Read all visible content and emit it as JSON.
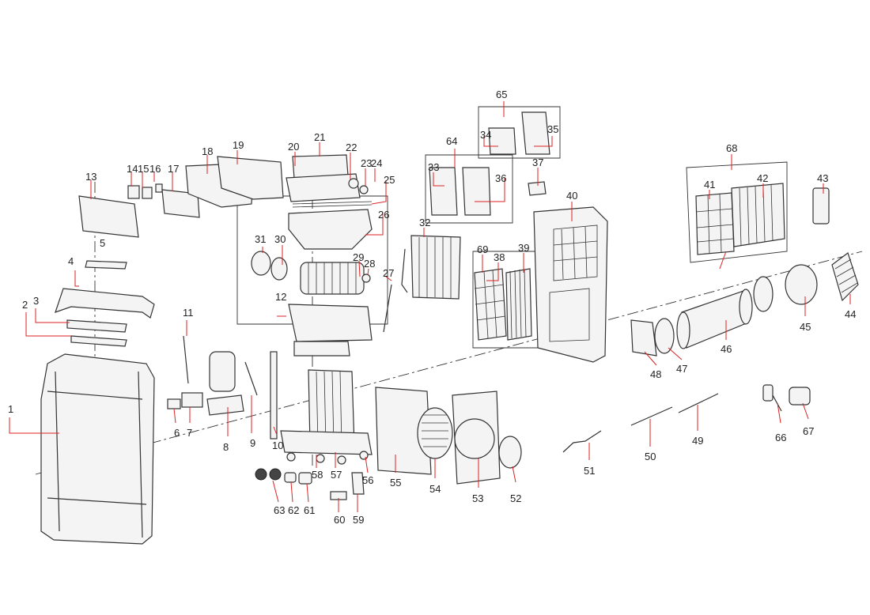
{
  "diagram": {
    "type": "exploded-parts-view",
    "labels": [
      "1",
      "2",
      "3",
      "4",
      "5",
      "6",
      "7",
      "8",
      "9",
      "10",
      "11",
      "12",
      "13",
      "14",
      "15",
      "16",
      "17",
      "18",
      "19",
      "20",
      "21",
      "22",
      "23",
      "24",
      "25",
      "26",
      "27",
      "28",
      "29",
      "30",
      "31",
      "32",
      "33",
      "34",
      "35",
      "36",
      "37",
      "38",
      "39",
      "40",
      "41",
      "42",
      "43",
      "44",
      "45",
      "46",
      "47",
      "48",
      "49",
      "50",
      "51",
      "52",
      "53",
      "54",
      "55",
      "56",
      "57",
      "58",
      "59",
      "60",
      "61",
      "62",
      "63",
      "64",
      "65",
      "66",
      "67",
      "68",
      "69"
    ],
    "colors": {
      "leader": "#dd2222",
      "line": "#333333",
      "text": "#222222"
    }
  }
}
